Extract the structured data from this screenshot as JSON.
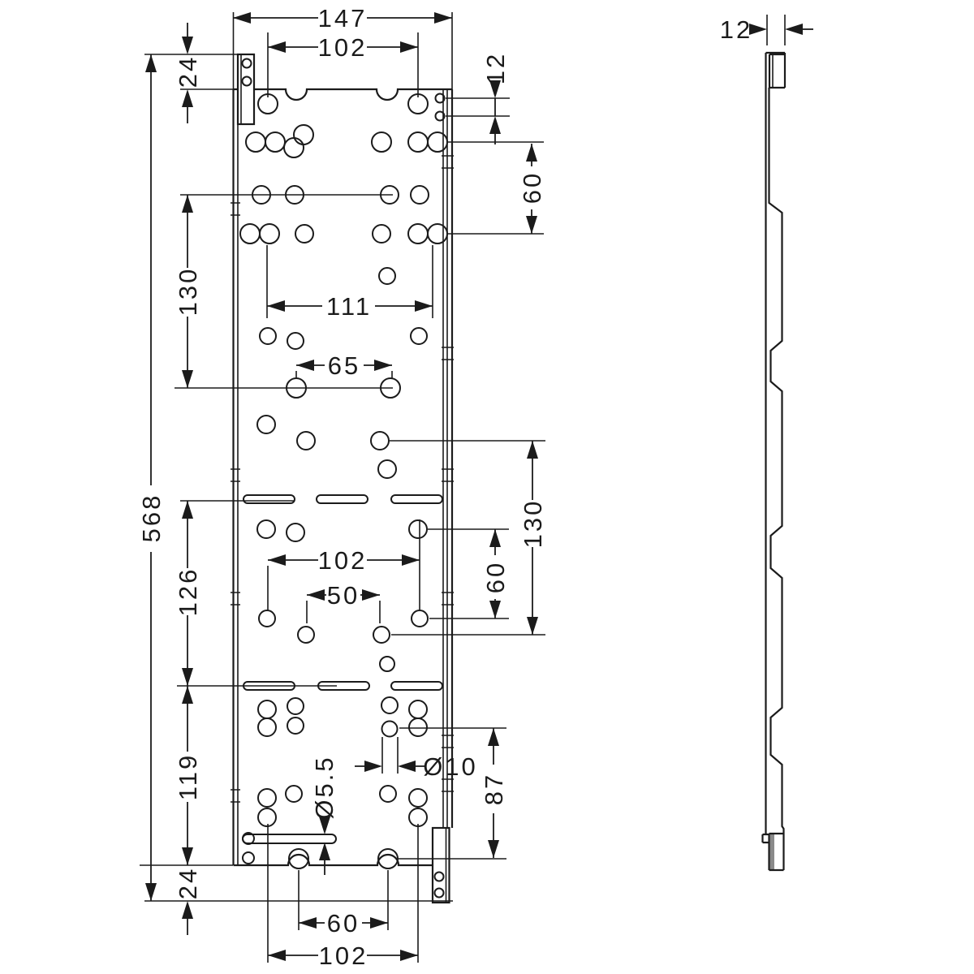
{
  "drawing_type": "technical-dimension-drawing",
  "line_color": "#1b1b1b",
  "background_color": "#ffffff",
  "front_view": {
    "dim_overall_width": "147",
    "dim_top_holes_width": "102",
    "dim_top_tab_height": "24",
    "dim_right_edge_holes_gap": "12",
    "dim_upper_right_row_gap": "60",
    "dim_upper_left_row_gap": "130",
    "dim_keyhole_width": "111",
    "dim_mid_holes_width": "65",
    "dim_overall_height": "568",
    "dim_mid_left_row_gap": "126",
    "dim_center_holes_width": "102",
    "dim_center_small_width": "50",
    "dim_mid_right_small_gap": "60",
    "dim_mid_right_row_gap": "130",
    "dim_lower_left_row_gap": "119",
    "dim_slot_diameter": "Ø5.5",
    "dim_hole_diameter": "Ø10",
    "dim_lower_right_row_gap": "87",
    "dim_bottom_tab_height": "24",
    "dim_bottom_holes_small_width": "60",
    "dim_bottom_holes_width": "102"
  },
  "side_view": {
    "dim_thickness": "12"
  }
}
